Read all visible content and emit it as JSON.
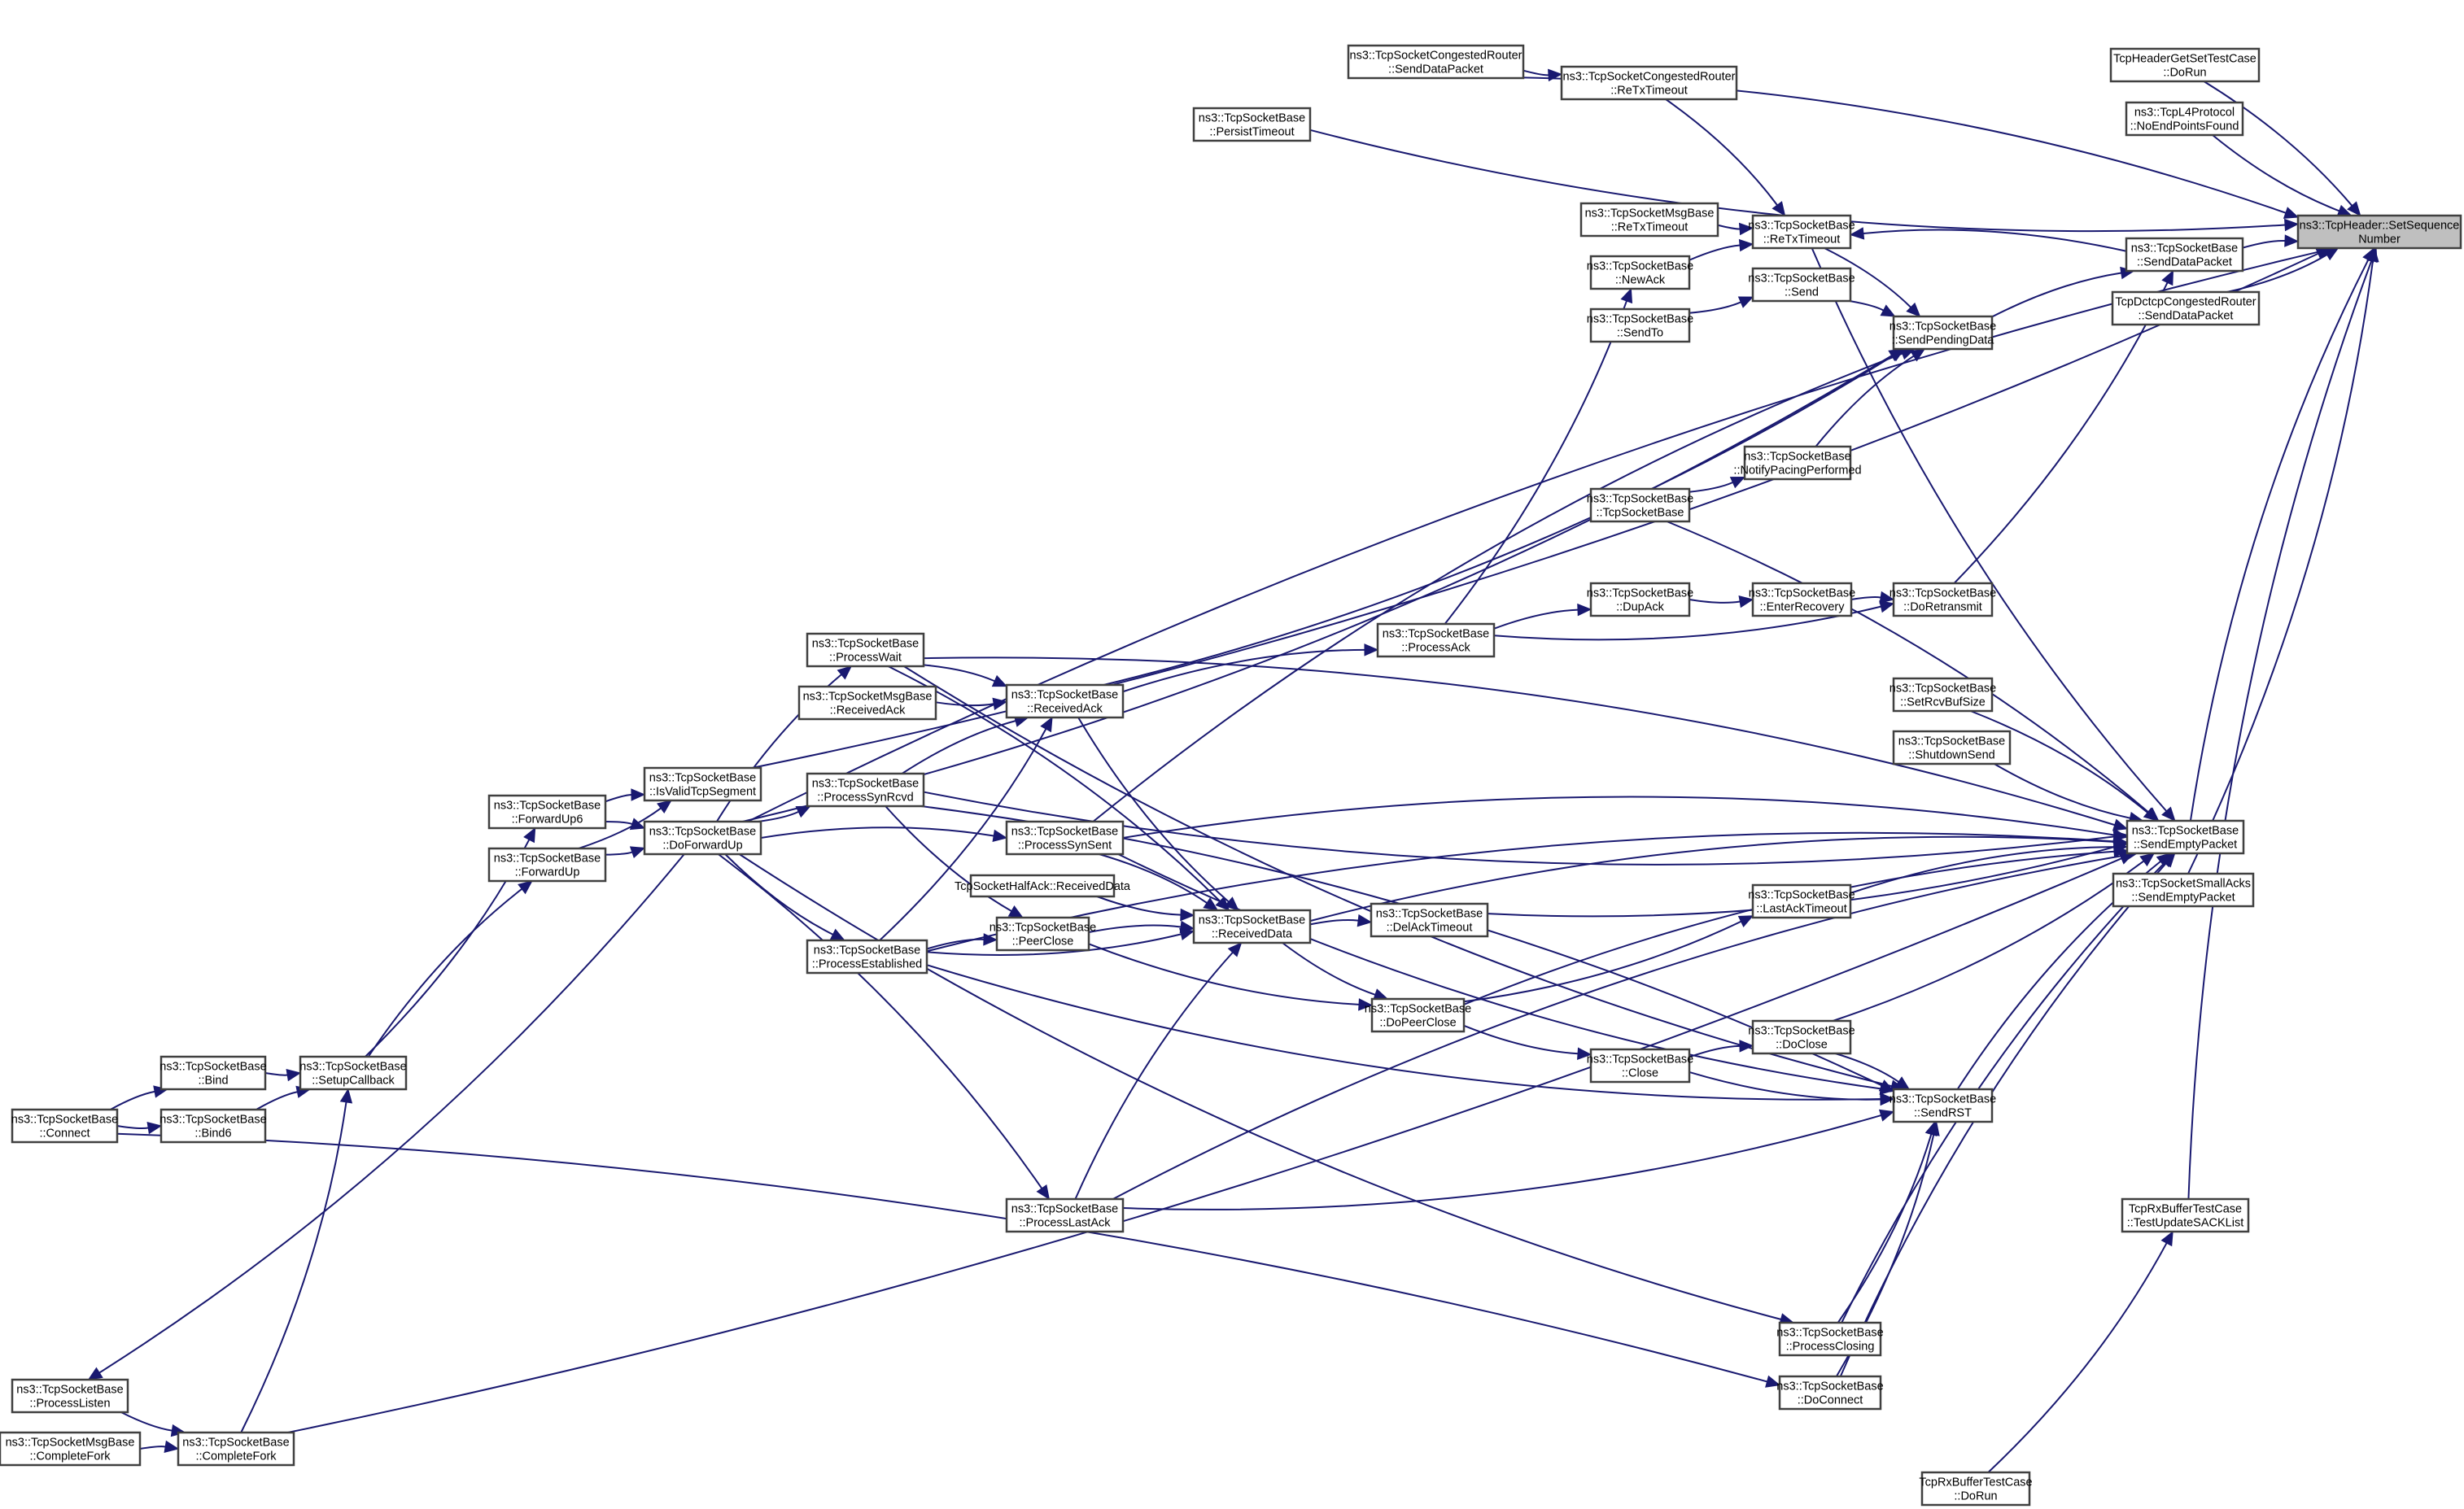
{
  "diagram": {
    "title": "Caller graph of ns3::TcpHeader::SetSequenceNumber",
    "colors": {
      "edge": "#191970",
      "node_border": "#404040",
      "root_fill": "#bfbfbf",
      "node_fill": "#ffffff"
    },
    "root": "setseq",
    "nodes": [
      {
        "id": "setseq",
        "lines": [
          "ns3::TcpHeader::SetSequence",
          "Number"
        ]
      },
      {
        "id": "hdrtest",
        "lines": [
          "TcpHeaderGetSetTestCase",
          "::DoRun"
        ]
      },
      {
        "id": "l4noend",
        "lines": [
          "ns3::TcpL4Protocol",
          "::NoEndPointsFound"
        ]
      },
      {
        "id": "senddata",
        "lines": [
          "ns3::TcpSocketBase",
          "::SendDataPacket"
        ]
      },
      {
        "id": "dctcpsend",
        "lines": [
          "TcpDctcpCongestedRouter",
          "::SendDataPacket"
        ]
      },
      {
        "id": "congsend",
        "lines": [
          "ns3::TcpSocketCongestedRouter",
          "::SendDataPacket"
        ]
      },
      {
        "id": "congretx",
        "lines": [
          "ns3::TcpSocketCongestedRouter",
          "::ReTxTimeout"
        ]
      },
      {
        "id": "persist",
        "lines": [
          "ns3::TcpSocketBase",
          "::PersistTimeout"
        ]
      },
      {
        "id": "msgretx",
        "lines": [
          "ns3::TcpSocketMsgBase",
          "::ReTxTimeout"
        ]
      },
      {
        "id": "retx",
        "lines": [
          "ns3::TcpSocketBase",
          "::ReTxTimeout"
        ]
      },
      {
        "id": "newack",
        "lines": [
          "ns3::TcpSocketBase",
          "::NewAck"
        ]
      },
      {
        "id": "send",
        "lines": [
          "ns3::TcpSocketBase",
          "::Send"
        ]
      },
      {
        "id": "sendto",
        "lines": [
          "ns3::TcpSocketBase",
          "::SendTo"
        ]
      },
      {
        "id": "pending",
        "lines": [
          "ns3::TcpSocketBase",
          "::SendPendingData"
        ]
      },
      {
        "id": "pacing",
        "lines": [
          "ns3::TcpSocketBase",
          "::NotifyPacingPerformed"
        ]
      },
      {
        "id": "ctor",
        "lines": [
          "ns3::TcpSocketBase",
          "::TcpSocketBase"
        ]
      },
      {
        "id": "dupack",
        "lines": [
          "ns3::TcpSocketBase",
          "::DupAck"
        ]
      },
      {
        "id": "recovery",
        "lines": [
          "ns3::TcpSocketBase",
          "::EnterRecovery"
        ]
      },
      {
        "id": "doretx",
        "lines": [
          "ns3::TcpSocketBase",
          "::DoRetransmit"
        ]
      },
      {
        "id": "setrcv",
        "lines": [
          "ns3::TcpSocketBase",
          "::SetRcvBufSize"
        ]
      },
      {
        "id": "shutdown",
        "lines": [
          "ns3::TcpSocketBase",
          "::ShutdownSend"
        ]
      },
      {
        "id": "sendempty",
        "lines": [
          "ns3::TcpSocketBase",
          "::SendEmptyPacket"
        ]
      },
      {
        "id": "smallacks",
        "lines": [
          "ns3::TcpSocketSmallAcks",
          "::SendEmptyPacket"
        ]
      },
      {
        "id": "processack",
        "lines": [
          "ns3::TcpSocketBase",
          "::ProcessAck"
        ]
      },
      {
        "id": "processwait",
        "lines": [
          "ns3::TcpSocketBase",
          "::ProcessWait"
        ]
      },
      {
        "id": "msgrecvack",
        "lines": [
          "ns3::TcpSocketMsgBase",
          "::ReceivedAck"
        ]
      },
      {
        "id": "recvack",
        "lines": [
          "ns3::TcpSocketBase",
          "::ReceivedAck"
        ]
      },
      {
        "id": "synrcvd",
        "lines": [
          "ns3::TcpSocketBase",
          "::ProcessSynRcvd"
        ]
      },
      {
        "id": "synsent",
        "lines": [
          "ns3::TcpSocketBase",
          "::ProcessSynSent"
        ]
      },
      {
        "id": "halfack",
        "lines": [
          "TcpSocketHalfAck::ReceivedData"
        ]
      },
      {
        "id": "recvdata",
        "lines": [
          "ns3::TcpSocketBase",
          "::ReceivedData"
        ]
      },
      {
        "id": "delack",
        "lines": [
          "ns3::TcpSocketBase",
          "::DelAckTimeout"
        ]
      },
      {
        "id": "peerclose",
        "lines": [
          "ns3::TcpSocketBase",
          "::PeerClose"
        ]
      },
      {
        "id": "established",
        "lines": [
          "ns3::TcpSocketBase",
          "::ProcessEstablished"
        ]
      },
      {
        "id": "lastacktimeout",
        "lines": [
          "ns3::TcpSocketBase",
          "::LastAckTimeout"
        ]
      },
      {
        "id": "dopeerclose",
        "lines": [
          "ns3::TcpSocketBase",
          "::DoPeerClose"
        ]
      },
      {
        "id": "doclose",
        "lines": [
          "ns3::TcpSocketBase",
          "::DoClose"
        ]
      },
      {
        "id": "close",
        "lines": [
          "ns3::TcpSocketBase",
          "::Close"
        ]
      },
      {
        "id": "sendrst",
        "lines": [
          "ns3::TcpSocketBase",
          "::SendRST"
        ]
      },
      {
        "id": "lastack",
        "lines": [
          "ns3::TcpSocketBase",
          "::ProcessLastAck"
        ]
      },
      {
        "id": "closing",
        "lines": [
          "ns3::TcpSocketBase",
          "::ProcessClosing"
        ]
      },
      {
        "id": "doconnect",
        "lines": [
          "ns3::TcpSocketBase",
          "::DoConnect"
        ]
      },
      {
        "id": "sackupd",
        "lines": [
          "TcpRxBufferTestCase",
          "::TestUpdateSACKList"
        ]
      },
      {
        "id": "rxdorun",
        "lines": [
          "TcpRxBufferTestCase",
          "::DoRun"
        ]
      },
      {
        "id": "validseg",
        "lines": [
          "ns3::TcpSocketBase",
          "::IsValidTcpSegment"
        ]
      },
      {
        "id": "fwdup6",
        "lines": [
          "ns3::TcpSocketBase",
          "::ForwardUp6"
        ]
      },
      {
        "id": "fwdup",
        "lines": [
          "ns3::TcpSocketBase",
          "::ForwardUp"
        ]
      },
      {
        "id": "doforward",
        "lines": [
          "ns3::TcpSocketBase",
          "::DoForwardUp"
        ]
      },
      {
        "id": "bind",
        "lines": [
          "ns3::TcpSocketBase",
          "::Bind"
        ]
      },
      {
        "id": "bind6",
        "lines": [
          "ns3::TcpSocketBase",
          "::Bind6"
        ]
      },
      {
        "id": "setupcb",
        "lines": [
          "ns3::TcpSocketBase",
          "::SetupCallback"
        ]
      },
      {
        "id": "connect",
        "lines": [
          "ns3::TcpSocketBase",
          "::Connect"
        ]
      },
      {
        "id": "listen",
        "lines": [
          "ns3::TcpSocketBase",
          "::ProcessListen"
        ]
      },
      {
        "id": "msgfork",
        "lines": [
          "ns3::TcpSocketMsgBase",
          "::CompleteFork"
        ]
      },
      {
        "id": "fork",
        "lines": [
          "ns3::TcpSocketBase",
          "::CompleteFork"
        ]
      }
    ],
    "edges": [
      [
        "hdrtest",
        "setseq"
      ],
      [
        "l4noend",
        "setseq"
      ],
      [
        "senddata",
        "setseq"
      ],
      [
        "dctcpsend",
        "setseq"
      ],
      [
        "congsend",
        "setseq"
      ],
      [
        "persist",
        "setseq"
      ],
      [
        "sendempty",
        "setseq"
      ],
      [
        "smallacks",
        "setseq"
      ],
      [
        "sackupd",
        "setseq"
      ],
      [
        "validseg",
        "setseq"
      ],
      [
        "doforward",
        "setseq"
      ],
      [
        "congsend",
        "congretx"
      ],
      [
        "congretx",
        "retx"
      ],
      [
        "msgretx",
        "retx"
      ],
      [
        "newack",
        "retx"
      ],
      [
        "senddata",
        "retx"
      ],
      [
        "retx",
        "pending"
      ],
      [
        "retx",
        "sendempty"
      ],
      [
        "send",
        "pending"
      ],
      [
        "sendto",
        "send"
      ],
      [
        "pending",
        "senddata"
      ],
      [
        "doretx",
        "senddata"
      ],
      [
        "pacing",
        "pending"
      ],
      [
        "ctor",
        "pacing"
      ],
      [
        "ctor",
        "sendempty"
      ],
      [
        "dupack",
        "recovery"
      ],
      [
        "recovery",
        "doretx"
      ],
      [
        "processack",
        "doretx"
      ],
      [
        "processack",
        "dupack"
      ],
      [
        "processack",
        "newack"
      ],
      [
        "recvack",
        "processack"
      ],
      [
        "recvack",
        "pending"
      ],
      [
        "synsent",
        "pending"
      ],
      [
        "doforward",
        "pending"
      ],
      [
        "setrcv",
        "sendempty"
      ],
      [
        "shutdown",
        "sendempty"
      ],
      [
        "processwait",
        "recvack"
      ],
      [
        "msgrecvack",
        "recvack"
      ],
      [
        "synrcvd",
        "recvack"
      ],
      [
        "established",
        "recvack"
      ],
      [
        "processwait",
        "sendempty"
      ],
      [
        "processwait",
        "sendrst"
      ],
      [
        "processwait",
        "recvdata"
      ],
      [
        "synrcvd",
        "sendempty"
      ],
      [
        "synrcvd",
        "sendrst"
      ],
      [
        "synrcvd",
        "peerclose"
      ],
      [
        "synsent",
        "sendempty"
      ],
      [
        "synsent",
        "sendrst"
      ],
      [
        "synsent",
        "recvdata"
      ],
      [
        "halfack",
        "recvdata"
      ],
      [
        "peerclose",
        "recvdata"
      ],
      [
        "established",
        "recvdata"
      ],
      [
        "lastack",
        "recvdata"
      ],
      [
        "recvack",
        "recvdata"
      ],
      [
        "recvdata",
        "delack"
      ],
      [
        "recvdata",
        "dopeerclose"
      ],
      [
        "recvdata",
        "sendempty"
      ],
      [
        "peerclose",
        "dopeerclose"
      ],
      [
        "established",
        "peerclose"
      ],
      [
        "delack",
        "sendempty"
      ],
      [
        "lastacktimeout",
        "sendempty"
      ],
      [
        "dopeerclose",
        "lastacktimeout"
      ],
      [
        "dopeerclose",
        "sendempty"
      ],
      [
        "dopeerclose",
        "close"
      ],
      [
        "close",
        "doclose"
      ],
      [
        "close",
        "sendrst"
      ],
      [
        "doclose",
        "sendrst"
      ],
      [
        "doclose",
        "sendempty"
      ],
      [
        "sendrst",
        "sendempty"
      ],
      [
        "established",
        "sendrst"
      ],
      [
        "established",
        "sendempty"
      ],
      [
        "lastack",
        "sendrst"
      ],
      [
        "lastack",
        "sendempty"
      ],
      [
        "closing",
        "sendrst"
      ],
      [
        "closing",
        "sendempty"
      ],
      [
        "doconnect",
        "sendrst"
      ],
      [
        "doconnect",
        "sendempty"
      ],
      [
        "rxdorun",
        "sackupd"
      ],
      [
        "fwdup6",
        "validseg"
      ],
      [
        "fwdup",
        "validseg"
      ],
      [
        "fwdup6",
        "doforward"
      ],
      [
        "fwdup",
        "doforward"
      ],
      [
        "doforward",
        "processwait"
      ],
      [
        "doforward",
        "synrcvd"
      ],
      [
        "doforward",
        "synsent"
      ],
      [
        "doforward",
        "established"
      ],
      [
        "doforward",
        "lastack"
      ],
      [
        "doforward",
        "closing"
      ],
      [
        "doforward",
        "listen"
      ],
      [
        "setupcb",
        "fwdup6"
      ],
      [
        "setupcb",
        "fwdup"
      ],
      [
        "bind",
        "setupcb"
      ],
      [
        "bind6",
        "setupcb"
      ],
      [
        "fork",
        "setupcb"
      ],
      [
        "connect",
        "bind"
      ],
      [
        "connect",
        "bind6"
      ],
      [
        "connect",
        "doconnect"
      ],
      [
        "listen",
        "fork"
      ],
      [
        "msgfork",
        "fork"
      ],
      [
        "fork",
        "sendempty"
      ]
    ]
  }
}
